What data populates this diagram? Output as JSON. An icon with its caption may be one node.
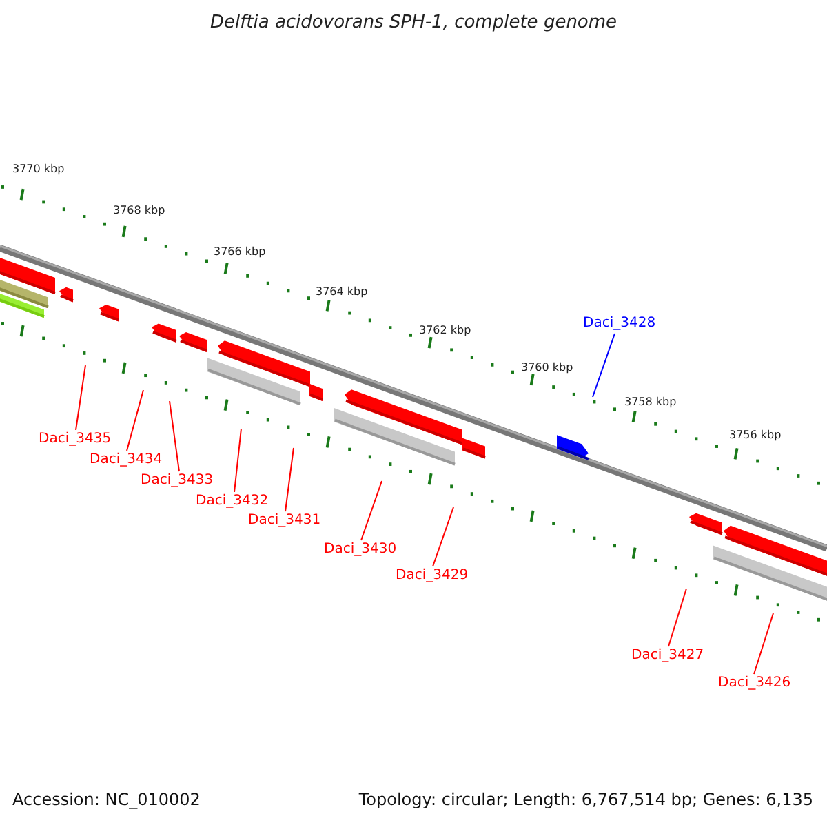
{
  "diagram": {
    "title": "Delftia acidovorans SPH-1, complete genome",
    "nodes": [
      {
        "text": [
          "Daci_3428"
        ]
      },
      {
        "text": [
          "Daci_3435"
        ]
      },
      {
        "text": [
          "Daci_3434"
        ]
      },
      {
        "text": [
          "Daci_3433"
        ]
      },
      {
        "text": [
          "Daci_3432"
        ]
      },
      {
        "text": [
          "Daci_3431"
        ]
      },
      {
        "text": [
          "Daci_3430"
        ]
      },
      {
        "text": [
          "Daci_3429"
        ]
      },
      {
        "text": [
          "Daci_3427"
        ]
      },
      {
        "text": [
          "Daci_3426"
        ]
      }
    ],
    "edges": [
      {
        "from": 0,
        "to": null,
        "arrow": "none",
        "color": "#0000ff"
      },
      {
        "from": 1,
        "to": null,
        "arrow": "none"
      },
      {
        "from": 2,
        "to": null,
        "arrow": "none"
      },
      {
        "from": 3,
        "to": null,
        "arrow": "none"
      },
      {
        "from": 4,
        "to": null,
        "arrow": "none"
      },
      {
        "from": 5,
        "to": null,
        "arrow": "none"
      },
      {
        "from": 6,
        "to": null,
        "arrow": "none"
      },
      {
        "from": 7,
        "to": null,
        "arrow": "none"
      },
      {
        "from": 8,
        "to": null,
        "arrow": "none"
      },
      {
        "from": 9,
        "to": null,
        "arrow": "none"
      }
    ],
    "labels": [
      "3770 kbp",
      "3768 kbp",
      "3766 kbp",
      "3764 kbp",
      "3762 kbp",
      "3760 kbp",
      "3758 kbp",
      "3756 kbp",
      "Accession: NC_010002",
      "Topology: circular; Length: 6,767,514 bp; Genes: 6,135"
    ]
  }
}
